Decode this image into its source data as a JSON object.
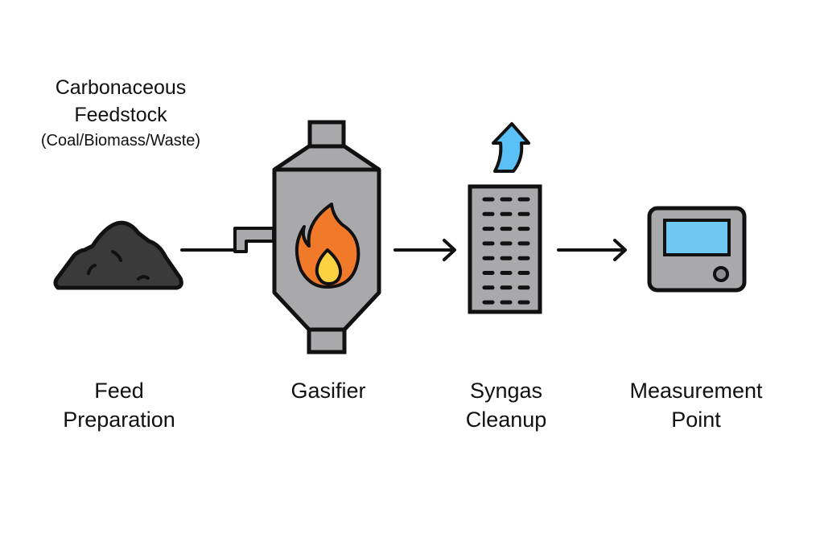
{
  "feedstock": {
    "title_line1": "Carbonaceous",
    "title_line2": "Feedstock",
    "subtitle": "(Coal/Biomass/Waste)"
  },
  "stages": [
    {
      "id": "feed-preparation",
      "line1": "Feed",
      "line2": "Preparation",
      "icon": "coal-pile-icon"
    },
    {
      "id": "gasifier",
      "line1": "Gasifier",
      "line2": "",
      "icon": "gasifier-vessel-icon"
    },
    {
      "id": "syngas-cleanup",
      "line1": "Syngas",
      "line2": "Cleanup",
      "icon": "filter-tower-icon"
    },
    {
      "id": "measurement-point",
      "line1": "Measurement",
      "line2": "Point",
      "icon": "meter-device-icon"
    }
  ],
  "colors": {
    "outline": "#111111",
    "coal": "#3a3a3a",
    "vessel_gray": "#a9a9ab",
    "flame_orange": "#f07a2a",
    "flame_yellow": "#fbd342",
    "screen_blue": "#6fc8f2",
    "arrow_blue": "#5bc0f5"
  }
}
